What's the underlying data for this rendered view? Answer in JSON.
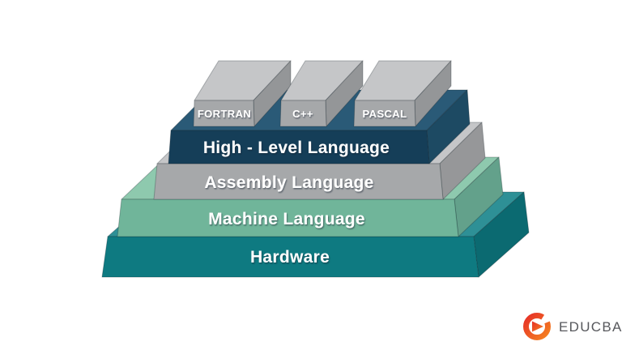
{
  "diagram": {
    "background": "#ffffff",
    "label_color": "#ffffff",
    "top_blocks": {
      "items": [
        {
          "label": "FORTRAN"
        },
        {
          "label": "C++"
        },
        {
          "label": "PASCAL"
        }
      ],
      "colors": {
        "front": "#a6a8aa",
        "top": "#c5c6c8",
        "side": "#949698"
      }
    },
    "layers": {
      "high_level": {
        "label": "High - Level Language",
        "colors": {
          "front": "#153e58",
          "top": "#2a5a77",
          "side": "#1d4a63"
        }
      },
      "assembly": {
        "label": "Assembly Language",
        "colors": {
          "front": "#a6a8aa",
          "top": "#c5c6c8",
          "side": "#969799"
        }
      },
      "machine": {
        "label": "Machine Language",
        "colors": {
          "front": "#70b59a",
          "top": "#8ec9ae",
          "side": "#63a18b"
        }
      },
      "hardware": {
        "label": "Hardware",
        "colors": {
          "front": "#0e7a81",
          "top": "#2e9096",
          "side": "#0b6a71"
        }
      }
    }
  },
  "logo": {
    "text": "EDUCBA",
    "text_color": "#57585c",
    "icon": {
      "name": "educba-e-icon",
      "gradient": [
        "#e63028",
        "#f58220"
      ]
    }
  }
}
